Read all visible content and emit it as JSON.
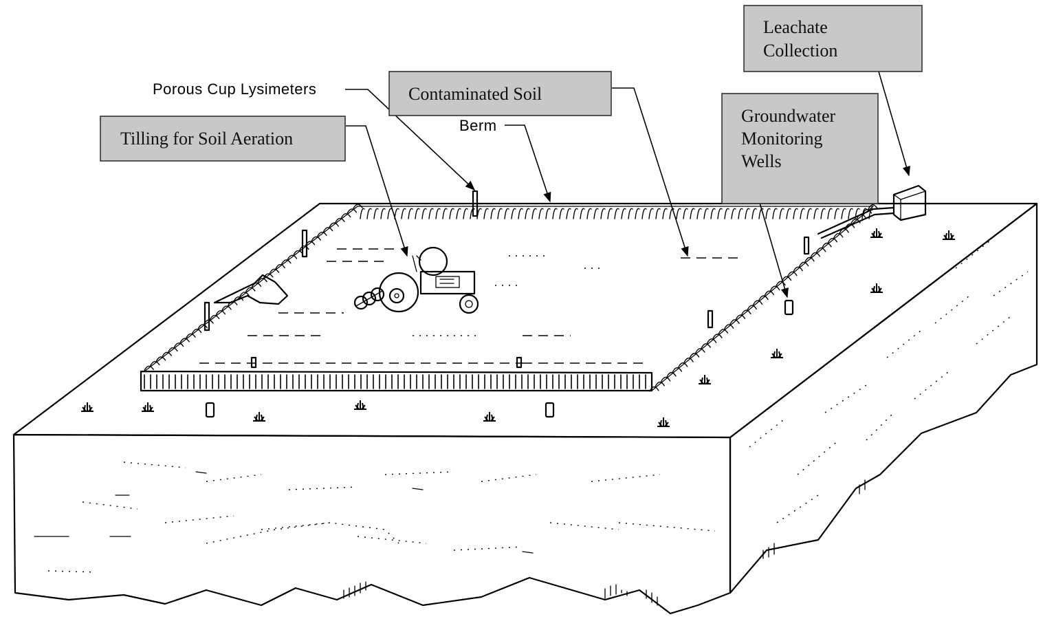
{
  "labels": {
    "leachate": [
      "Leachate",
      "Collection"
    ],
    "contaminated_soil": "Contaminated Soil",
    "groundwater": [
      "Groundwater",
      "Monitoring",
      "Wells"
    ],
    "tilling": "Tilling for Soil Aeration",
    "porous_cup": "Porous Cup Lysimeters",
    "berm": "Berm"
  }
}
